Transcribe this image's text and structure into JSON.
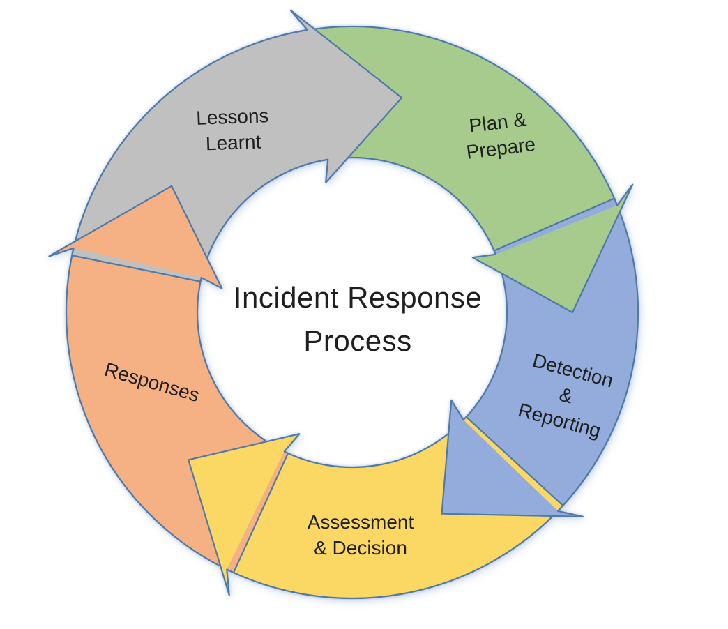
{
  "diagram": {
    "type": "cycle",
    "direction": "clockwise",
    "title_lines": [
      "Incident Response",
      "Process"
    ],
    "background_color": "#ffffff",
    "outline_color": "#5079a8",
    "label_color": "#1f1f1f",
    "segments": [
      {
        "id": "plan-prepare",
        "label_lines": [
          "Plan &",
          "Prepare"
        ],
        "color": "#a6cb8d"
      },
      {
        "id": "detection-reporting",
        "label_lines": [
          "Detection",
          "&",
          "Reporting"
        ],
        "color": "#93acdb"
      },
      {
        "id": "assessment-decision",
        "label_lines": [
          "Assessment",
          "& Decision"
        ],
        "color": "#fbd763"
      },
      {
        "id": "responses",
        "label_lines": [
          "Responses"
        ],
        "color": "#f5b183"
      },
      {
        "id": "lessons-learnt",
        "label_lines": [
          "Lessons",
          "Learnt"
        ],
        "color": "#c1c0c0"
      }
    ]
  }
}
